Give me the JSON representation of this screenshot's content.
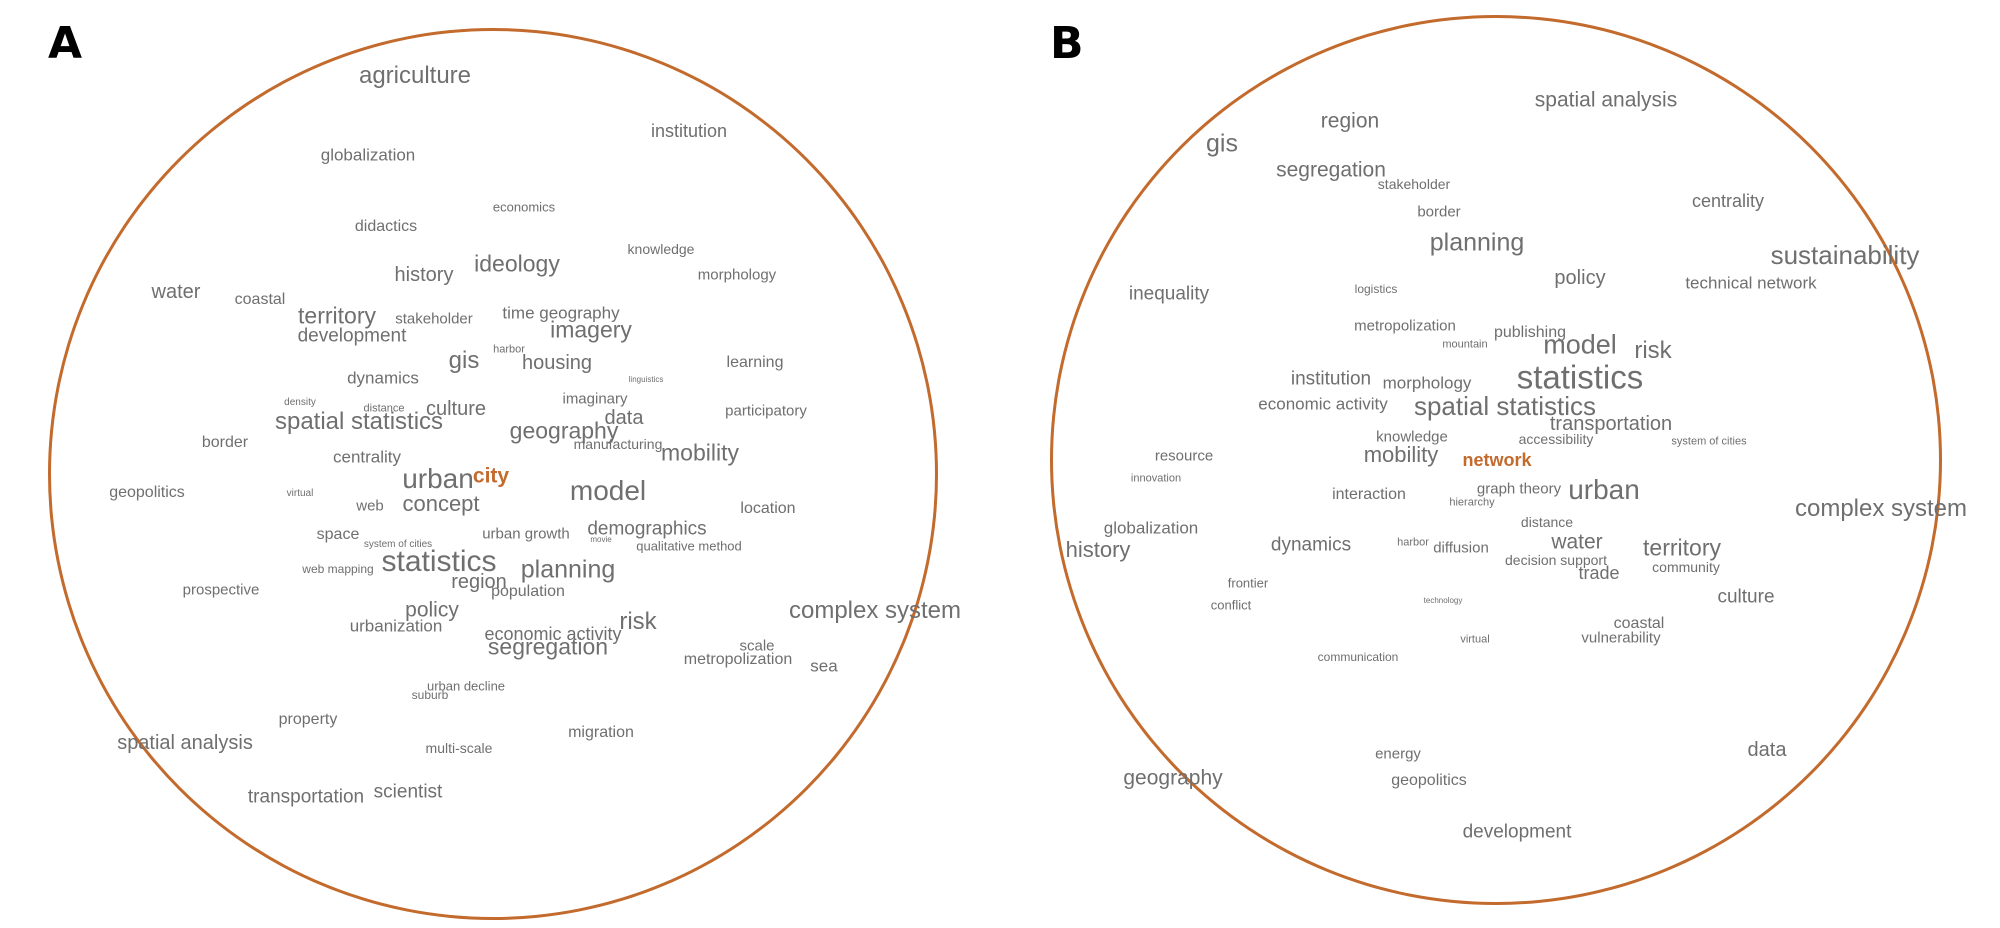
{
  "accent_color": "#c36a2d",
  "word_color": "#6f6f6f",
  "panels": [
    {
      "label": "A",
      "focus_word": "city",
      "words": [
        {
          "text": "agriculture"
        },
        {
          "text": "institution"
        },
        {
          "text": "globalization"
        },
        {
          "text": "economics"
        },
        {
          "text": "didactics"
        },
        {
          "text": "knowledge"
        },
        {
          "text": "ideology"
        },
        {
          "text": "history"
        },
        {
          "text": "morphology"
        },
        {
          "text": "water"
        },
        {
          "text": "coastal"
        },
        {
          "text": "territory"
        },
        {
          "text": "stakeholder"
        },
        {
          "text": "time geography"
        },
        {
          "text": "development"
        },
        {
          "text": "imagery"
        },
        {
          "text": "harbor"
        },
        {
          "text": "gis"
        },
        {
          "text": "housing"
        },
        {
          "text": "learning"
        },
        {
          "text": "dynamics"
        },
        {
          "text": "linguistics"
        },
        {
          "text": "imaginary"
        },
        {
          "text": "density"
        },
        {
          "text": "distance"
        },
        {
          "text": "culture"
        },
        {
          "text": "participatory"
        },
        {
          "text": "spatial statistics"
        },
        {
          "text": "data"
        },
        {
          "text": "geography"
        },
        {
          "text": "border"
        },
        {
          "text": "manufacturing"
        },
        {
          "text": "mobility"
        },
        {
          "text": "centrality"
        },
        {
          "text": "urban"
        },
        {
          "text": "city"
        },
        {
          "text": "geopolitics"
        },
        {
          "text": "virtual"
        },
        {
          "text": "model"
        },
        {
          "text": "concept"
        },
        {
          "text": "web"
        },
        {
          "text": "location"
        },
        {
          "text": "space"
        },
        {
          "text": "urban growth"
        },
        {
          "text": "demographics"
        },
        {
          "text": "system of cities"
        },
        {
          "text": "movie"
        },
        {
          "text": "qualitative method"
        },
        {
          "text": "statistics"
        },
        {
          "text": "web mapping"
        },
        {
          "text": "planning"
        },
        {
          "text": "region"
        },
        {
          "text": "prospective"
        },
        {
          "text": "population"
        },
        {
          "text": "policy"
        },
        {
          "text": "complex system"
        },
        {
          "text": "risk"
        },
        {
          "text": "urbanization"
        },
        {
          "text": "economic activity"
        },
        {
          "text": "segregation"
        },
        {
          "text": "scale"
        },
        {
          "text": "metropolization"
        },
        {
          "text": "sea"
        },
        {
          "text": "urban decline"
        },
        {
          "text": "suburb"
        },
        {
          "text": "property"
        },
        {
          "text": "migration"
        },
        {
          "text": "spatial analysis"
        },
        {
          "text": "multi-scale"
        },
        {
          "text": "transportation"
        },
        {
          "text": "scientist"
        }
      ]
    },
    {
      "label": "B",
      "focus_word": "network",
      "words": [
        {
          "text": "spatial analysis"
        },
        {
          "text": "region"
        },
        {
          "text": "gis"
        },
        {
          "text": "segregation"
        },
        {
          "text": "stakeholder"
        },
        {
          "text": "centrality"
        },
        {
          "text": "border"
        },
        {
          "text": "planning"
        },
        {
          "text": "sustainability"
        },
        {
          "text": "policy"
        },
        {
          "text": "technical network"
        },
        {
          "text": "inequality"
        },
        {
          "text": "logistics"
        },
        {
          "text": "metropolization"
        },
        {
          "text": "publishing"
        },
        {
          "text": "model"
        },
        {
          "text": "mountain"
        },
        {
          "text": "risk"
        },
        {
          "text": "statistics"
        },
        {
          "text": "institution"
        },
        {
          "text": "morphology"
        },
        {
          "text": "economic activity"
        },
        {
          "text": "spatial statistics"
        },
        {
          "text": "transportation"
        },
        {
          "text": "knowledge"
        },
        {
          "text": "accessibility"
        },
        {
          "text": "system of cities"
        },
        {
          "text": "resource"
        },
        {
          "text": "mobility"
        },
        {
          "text": "network"
        },
        {
          "text": "innovation"
        },
        {
          "text": "graph theory"
        },
        {
          "text": "urban"
        },
        {
          "text": "interaction"
        },
        {
          "text": "hierarchy"
        },
        {
          "text": "complex system"
        },
        {
          "text": "globalization"
        },
        {
          "text": "distance"
        },
        {
          "text": "water"
        },
        {
          "text": "history"
        },
        {
          "text": "dynamics"
        },
        {
          "text": "harbor"
        },
        {
          "text": "diffusion"
        },
        {
          "text": "territory"
        },
        {
          "text": "decision support"
        },
        {
          "text": "community"
        },
        {
          "text": "trade"
        },
        {
          "text": "frontier"
        },
        {
          "text": "culture"
        },
        {
          "text": "conflict"
        },
        {
          "text": "technology"
        },
        {
          "text": "coastal"
        },
        {
          "text": "virtual"
        },
        {
          "text": "vulnerability"
        },
        {
          "text": "communication"
        },
        {
          "text": "data"
        },
        {
          "text": "energy"
        },
        {
          "text": "geography"
        },
        {
          "text": "geopolitics"
        },
        {
          "text": "development"
        }
      ]
    }
  ]
}
